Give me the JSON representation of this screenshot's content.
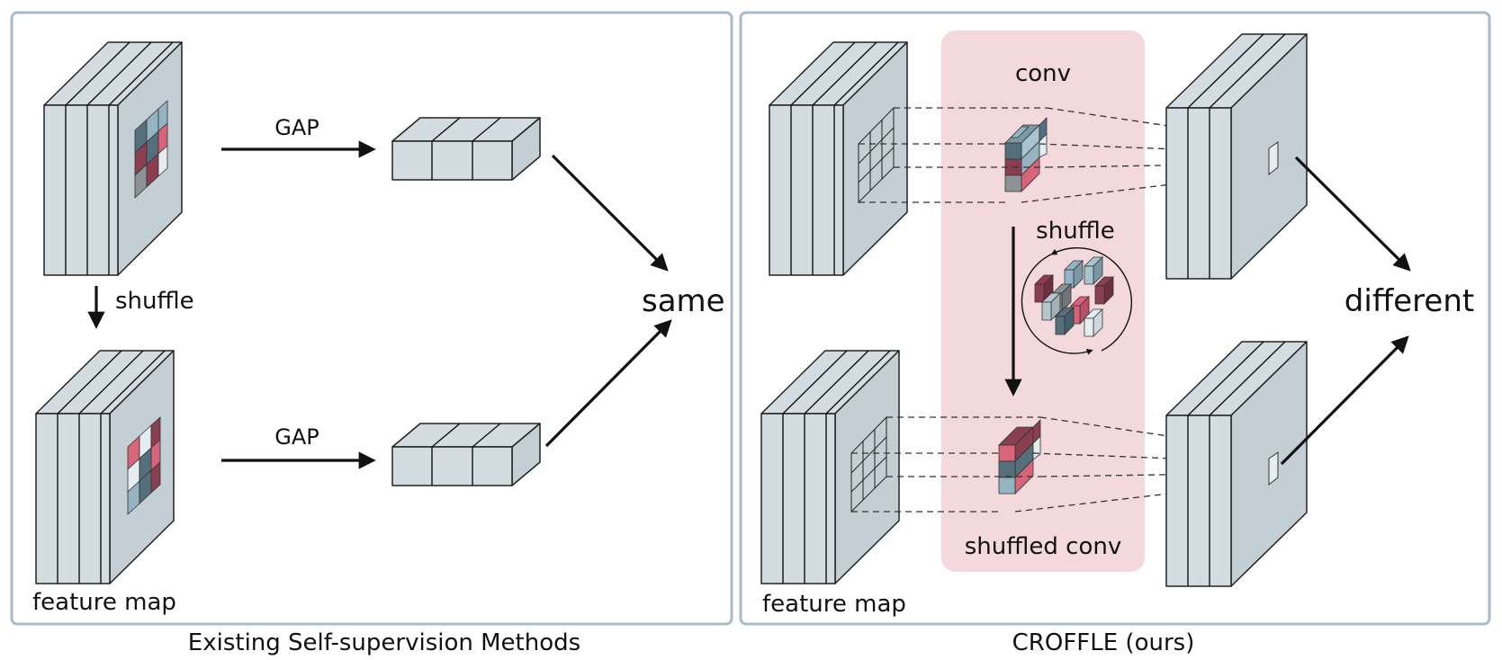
{
  "left_panel": {
    "gap_top_label": "GAP",
    "gap_bottom_label": "GAP",
    "shuffle_label": "shuffle",
    "result_label": "same",
    "feature_map_label": "feature map",
    "caption": "Existing Self-supervision Methods"
  },
  "right_panel": {
    "conv_label": "conv",
    "shuffle_label": "shuffle",
    "shuffled_conv_label": "shuffled conv",
    "result_label": "different",
    "feature_map_label": "feature map",
    "caption": "CROFFLE (ours)"
  },
  "colors": {
    "panel_border": "#a7bcc8",
    "block_face": "#d3dde1",
    "conv_band": "#f4d9dc",
    "cell_dark_teal": "#556f7c",
    "cell_light_blue": "#94b4c4",
    "cell_crimson": "#8a3e4f",
    "cell_pink": "#d8647a",
    "cell_gray": "#8c9296",
    "cell_white": "#e6edf0"
  },
  "icons": {
    "arrow": "arrow-icon",
    "shuffle": "shuffle-cycle-icon"
  }
}
